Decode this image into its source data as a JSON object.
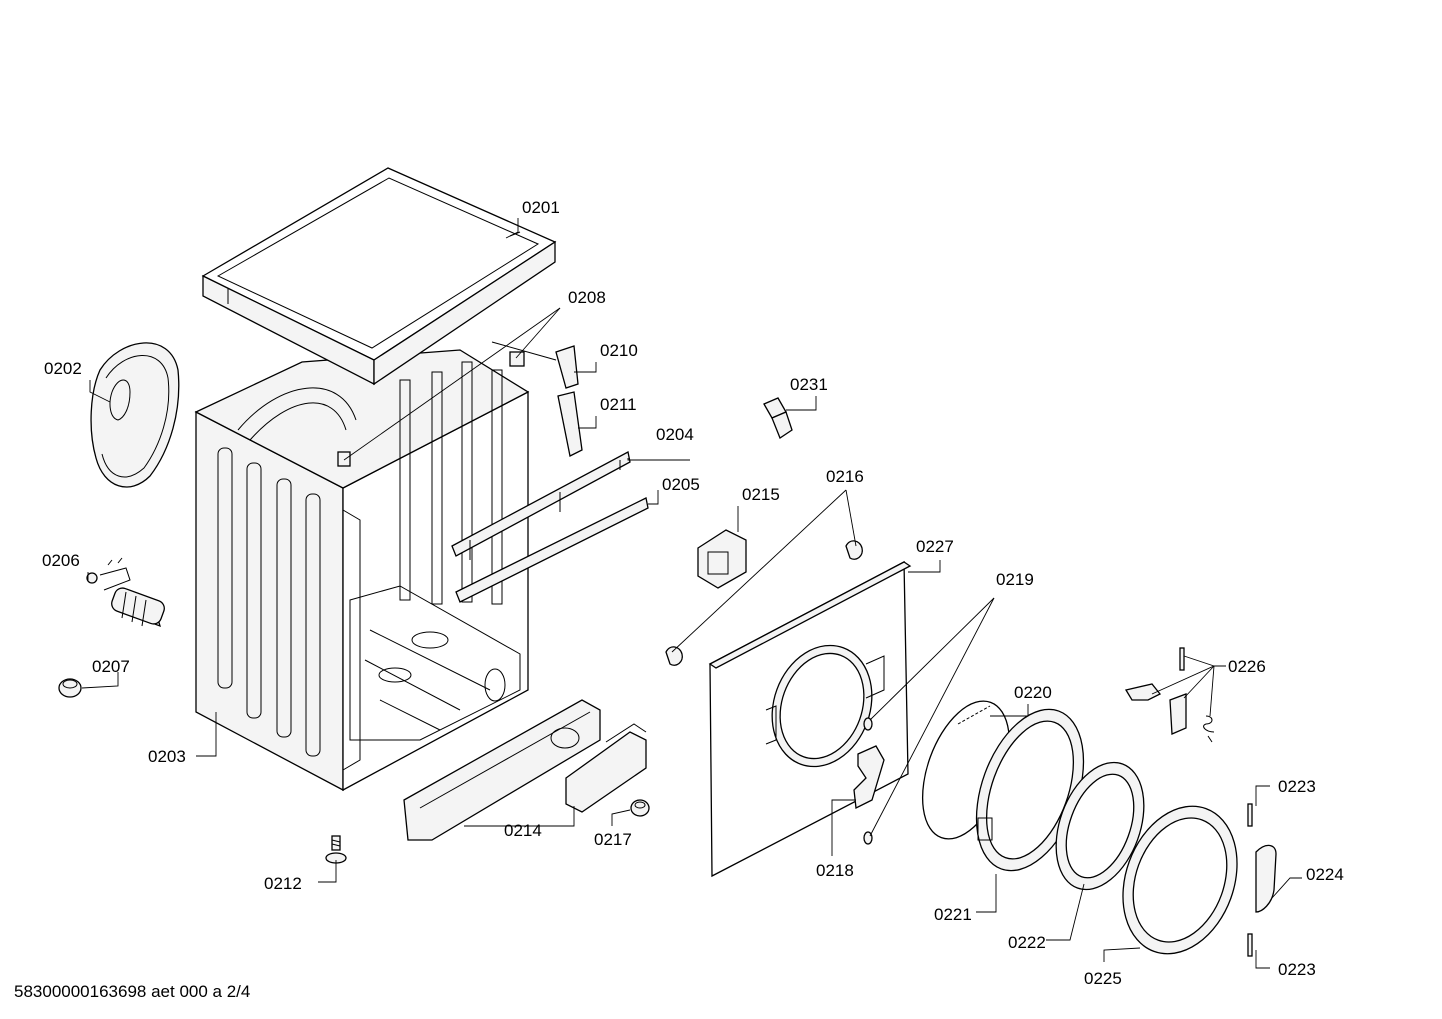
{
  "labels": {
    "p0201": "0201",
    "p0202": "0202",
    "p0203": "0203",
    "p0204": "0204",
    "p0205": "0205",
    "p0206": "0206",
    "p0207": "0207",
    "p0208": "0208",
    "p0210": "0210",
    "p0211": "0211",
    "p0212": "0212",
    "p0214": "0214",
    "p0215": "0215",
    "p0216": "0216",
    "p0217": "0217",
    "p0218": "0218",
    "p0219": "0219",
    "p0220": "0220",
    "p0221": "0221",
    "p0222": "0222",
    "p0223a": "0223",
    "p0223b": "0223",
    "p0224": "0224",
    "p0225": "0225",
    "p0226": "0226",
    "p0227": "0227",
    "p0231": "0231"
  },
  "footer": "58300000163698 aet 000 a 2/4"
}
